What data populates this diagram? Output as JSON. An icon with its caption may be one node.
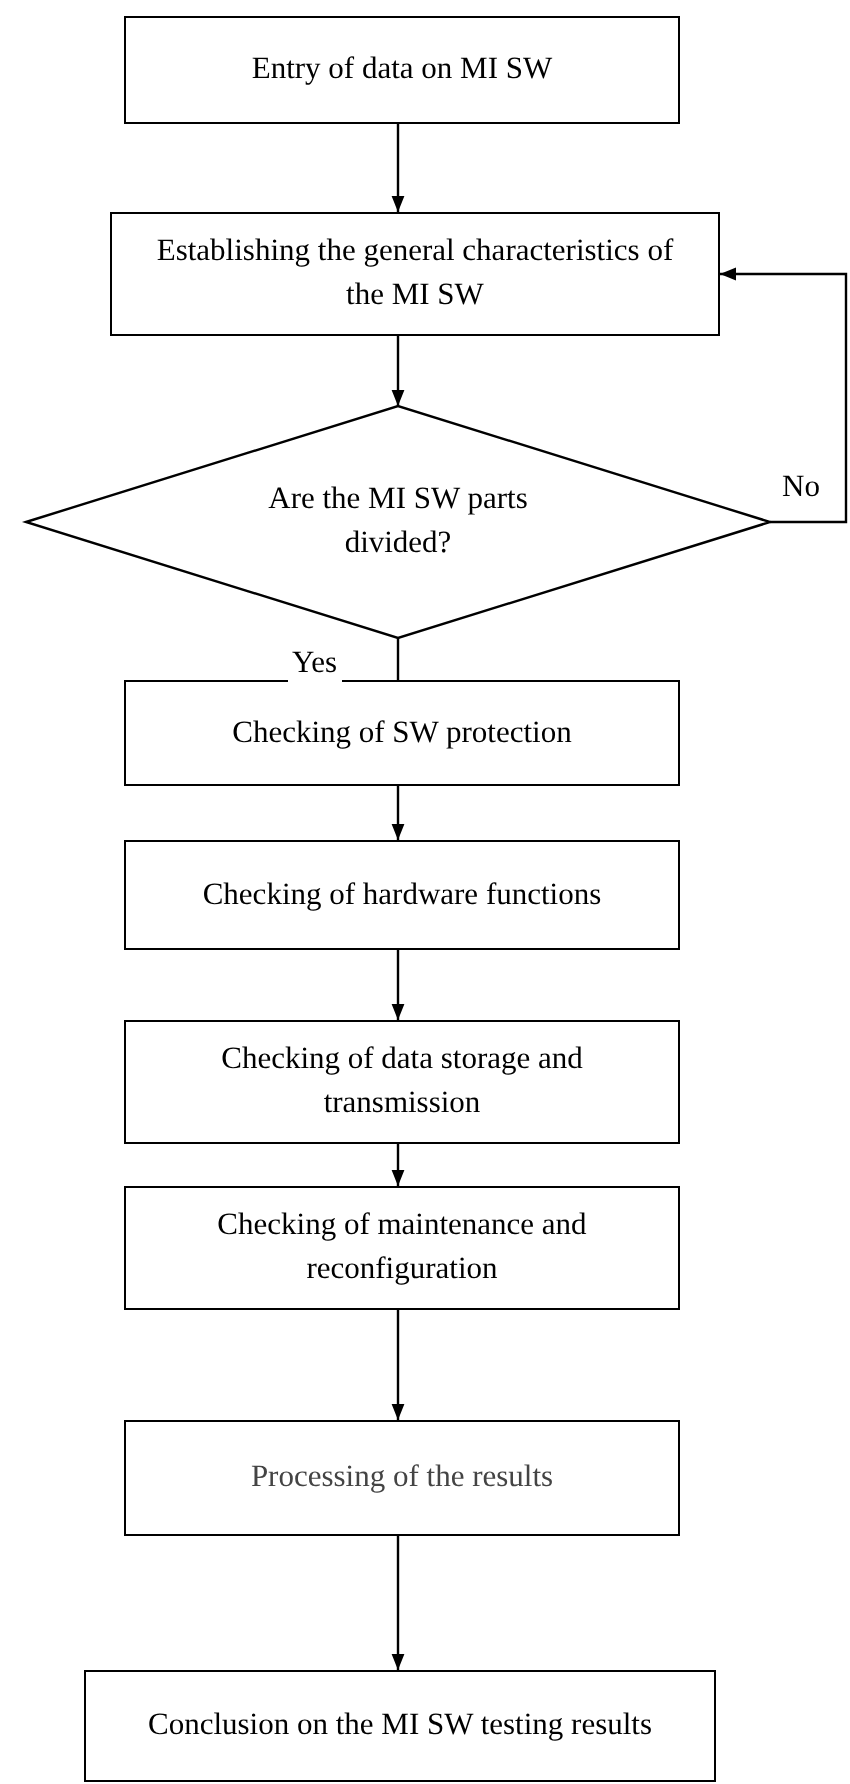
{
  "diagram": {
    "nodes": [
      {
        "text": [
          "Entry of data on MI SW"
        ]
      },
      {
        "text": [
          "Establishing the general characteristics of the MI SW"
        ]
      },
      {
        "text": [
          "Are the MI SW parts divided?"
        ]
      },
      {
        "text": [
          "Checking of SW protection"
        ]
      },
      {
        "text": [
          "Checking of hardware functions"
        ]
      },
      {
        "text": [
          "Checking of data storage and transmission"
        ]
      },
      {
        "text": [
          "Checking of maintenance and reconfiguration"
        ]
      },
      {
        "text": [
          "Processing of the results"
        ]
      },
      {
        "text": [
          "Conclusion on the MI SW testing results"
        ]
      }
    ],
    "edges": [
      {
        "from": 0,
        "to": 1,
        "arrow": "to"
      },
      {
        "from": 1,
        "to": 2,
        "arrow": "to"
      },
      {
        "from": 2,
        "to": 3,
        "arrow": "none",
        "label": "Yes"
      },
      {
        "from": 3,
        "to": 4,
        "arrow": "to"
      },
      {
        "from": 4,
        "to": 5,
        "arrow": "to"
      },
      {
        "from": 5,
        "to": 6,
        "arrow": "to"
      },
      {
        "from": 6,
        "to": 7,
        "arrow": "to"
      },
      {
        "from": 7,
        "to": 8,
        "arrow": "to"
      },
      {
        "from": 2,
        "to": 1,
        "arrow": "to",
        "label": "No"
      }
    ]
  }
}
